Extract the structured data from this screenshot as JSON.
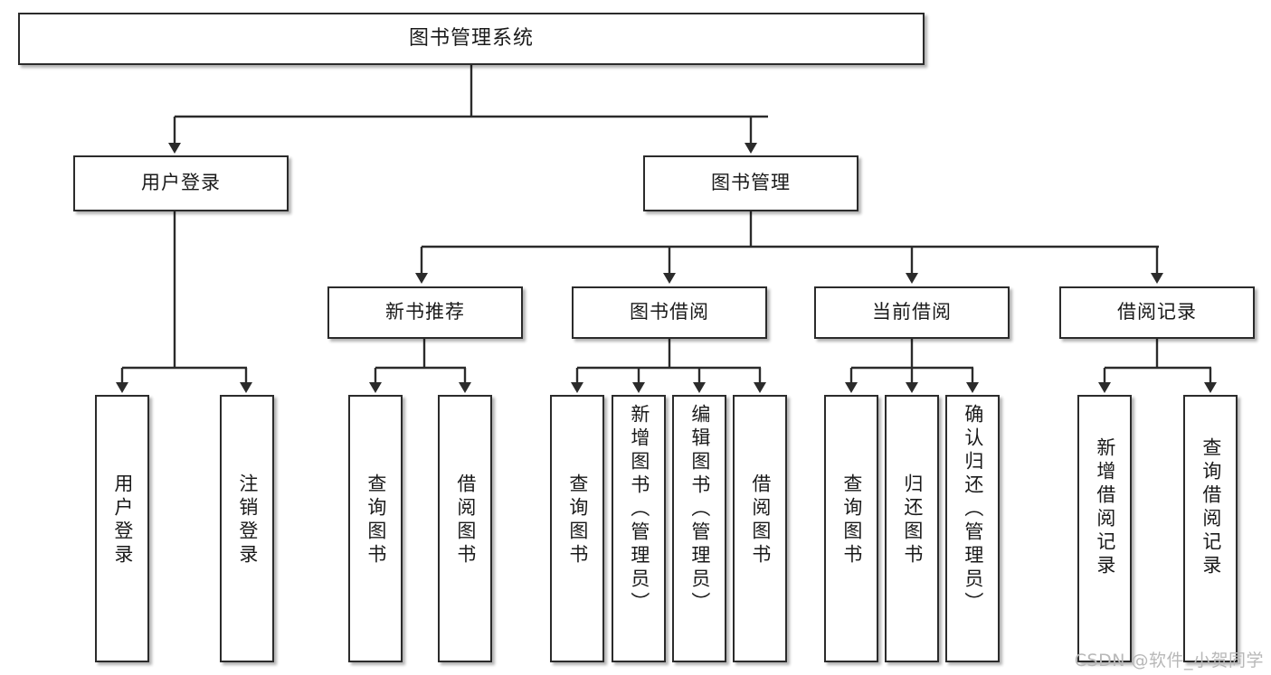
{
  "diagram": {
    "type": "tree",
    "title": "图书管理系统",
    "watermark": "CSDN @软件_小贺同学",
    "colors": {
      "box_border": "#2b2b2b",
      "box_fill": "#ffffff",
      "connector": "#2b2b2b",
      "text": "#1a1a1a",
      "watermark": "#b8b8b8",
      "background": "#ffffff"
    },
    "nodes": {
      "root": {
        "label": "图书管理系统"
      },
      "level1": [
        {
          "label": "用户登录"
        },
        {
          "label": "图书管理"
        }
      ],
      "level2": [
        {
          "label": "新书推荐"
        },
        {
          "label": "图书借阅"
        },
        {
          "label": "当前借阅"
        },
        {
          "label": "借阅记录"
        }
      ],
      "leaves_user_login": [
        {
          "label": "用户登录"
        },
        {
          "label": "注销登录"
        }
      ],
      "leaves_new_book": [
        {
          "label": "查询图书"
        },
        {
          "label": "借阅图书"
        }
      ],
      "leaves_borrow": [
        {
          "label": "查询图书"
        },
        {
          "label": "新增图书（管理员）"
        },
        {
          "label": "编辑图书（管理员）"
        },
        {
          "label": "借阅图书"
        }
      ],
      "leaves_current": [
        {
          "label": "查询图书"
        },
        {
          "label": "归还图书"
        },
        {
          "label": "确认归还（管理员）"
        }
      ],
      "leaves_record": [
        {
          "label": "新增借阅记录"
        },
        {
          "label": "查询借阅记录"
        }
      ]
    }
  }
}
